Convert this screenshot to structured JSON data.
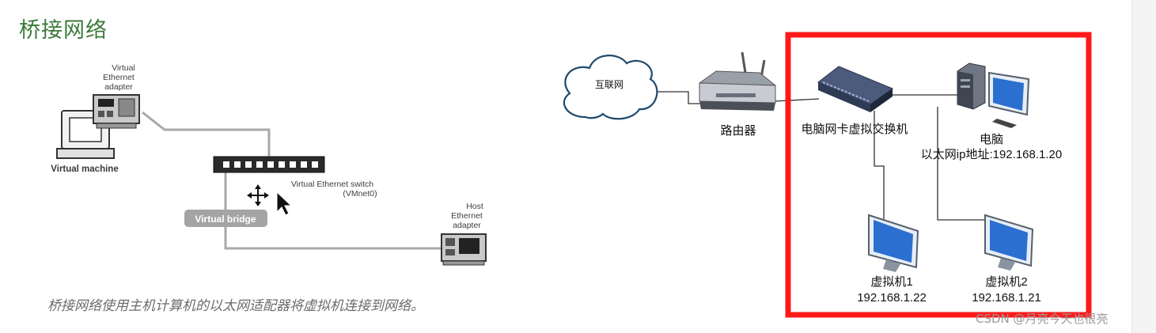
{
  "title": "桥接网络",
  "caption": "桥接网络使用主机计算机的以太网适配器将虚拟机连接到网络。",
  "watermark": "CSDN @月亮今天也很亮",
  "left_diagram": {
    "vm_adapter_label": [
      "Virtual",
      "Ethernet",
      "adapter"
    ],
    "vm_label": "Virtual machine",
    "switch_label": "Virtual Ethernet switch",
    "switch_sub": "(VMnet0)",
    "bridge_label": "Virtual bridge",
    "host_adapter_label": [
      "Host",
      "Ethernet",
      "adapter"
    ]
  },
  "right_diagram": {
    "cloud_label": "互联网",
    "router_label": "路由器",
    "switch_label": "电脑网卡虚拟交换机",
    "pc_label": "电脑",
    "pc_ip": "以太网ip地址:192.168.1.20",
    "vm1_label": "虚拟机1",
    "vm1_ip": "192.168.1.22",
    "vm2_label": "虚拟机2",
    "vm2_ip": "192.168.1.21"
  },
  "colors": {
    "title_green": "#3b7a3b",
    "highlight_red": "#ff1a1a",
    "line_gray": "#9a9a9a"
  }
}
